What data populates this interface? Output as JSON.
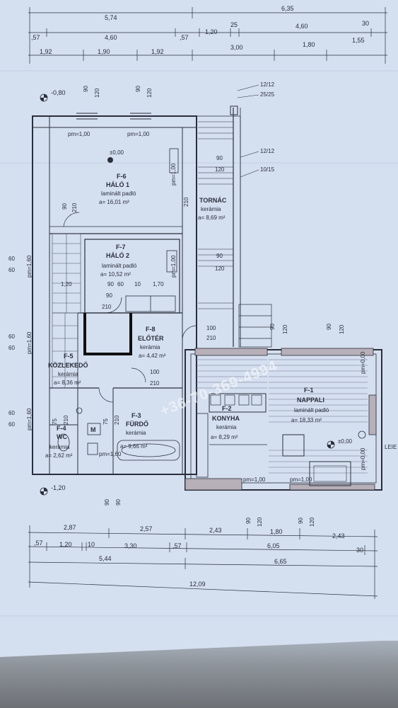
{
  "top_dims": {
    "row1": [
      "5,74",
      "6,35"
    ],
    "row2": [
      ",57",
      "4,60",
      ",57",
      "1,20",
      "25",
      "4,60",
      "30"
    ],
    "row3": [
      "1,92",
      "1,90",
      "1,92",
      "3,00",
      "1,80",
      "1,55"
    ]
  },
  "bottom_dims": {
    "row1": [
      "2,87",
      "2,57",
      "2,43",
      "1,80",
      "2,43"
    ],
    "row2": [
      ",57",
      "1,20",
      "10",
      "3,30",
      ",57",
      "6,05",
      "30"
    ],
    "row3": [
      "5,44",
      "6,65"
    ],
    "row4": [
      "12,09"
    ]
  },
  "levels": {
    "top": "-0,80",
    "bottom": "-1,20",
    "room1": "±0,00",
    "room2": "±0,00"
  },
  "rooms": {
    "f6": {
      "code": "F-6",
      "name": "HÁLÓ 1",
      "floor": "laminált padló",
      "area": "a= 16,01 m²"
    },
    "f7": {
      "code": "F-7",
      "name": "HÁLÓ 2",
      "floor": "laminált padló",
      "area": "a= 10,52 m²"
    },
    "tornac": {
      "name": "TORNÁC",
      "floor": "kerámia",
      "area": "a= 8,69 m²"
    },
    "f8": {
      "code": "F-8",
      "name": "ELŐTÉR",
      "floor": "kerámia",
      "area": "a= 4,42 m²"
    },
    "f5": {
      "code": "F-5",
      "name": "KÖZLEKEDŐ",
      "floor": "kerámia",
      "area": "a= 8,36 m²"
    },
    "f4": {
      "code": "F-4",
      "name": "WC",
      "floor": "kerámia",
      "area": "a= 2,62 m²"
    },
    "f3": {
      "code": "F-3",
      "name": "FÜRDŐ",
      "floor": "kerámia",
      "area": "a= 9,66 m²"
    },
    "f2": {
      "code": "F-2",
      "name": "KONYHA",
      "floor": "kerámia",
      "area": "a= 8,29 m²"
    },
    "f1": {
      "code": "F-1",
      "name": "NAPPALI",
      "floor": "laminált padló",
      "area": "a= 18,33 m²"
    }
  },
  "labels": {
    "pm100": "pm=1,00",
    "pm160": "pm=1,60",
    "pm000": "pm=0,00",
    "n90": "90",
    "n120": "120",
    "n210": "210",
    "n60": "60",
    "n100": "100",
    "n75": "75",
    "n10": "10",
    "n170": "1,70",
    "n120b": "1,20",
    "n1212": "12/12",
    "n2525": "25/25",
    "n1015": "10/15",
    "m": "M",
    "leie": "LEIE"
  },
  "watermark": "+36-70-369-4994"
}
